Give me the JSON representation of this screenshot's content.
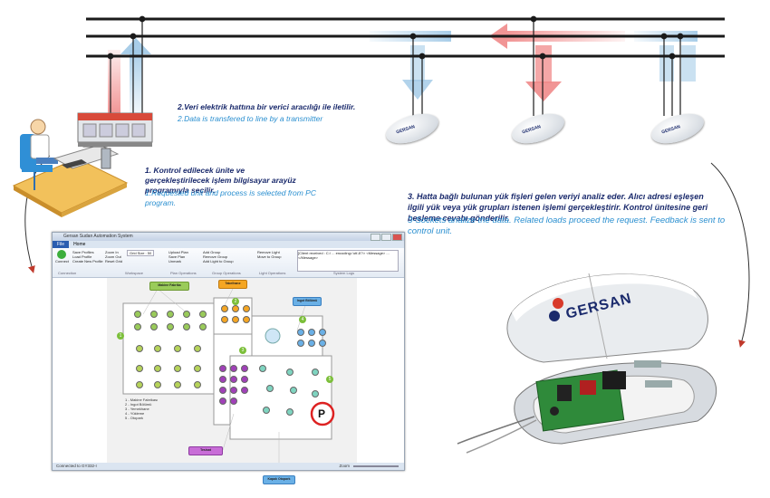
{
  "step1": {
    "tr": "1. Kontrol edilecek ünite ve gerçekleştirilecek işlem bilgisayar arayüz programıyla seçilir.",
    "en": "1.Requested unit and process is selected from PC program."
  },
  "step2": {
    "tr": "2.Veri elektrik hattına bir verici aracılığı ile iletilir.",
    "en": "2.Data is transfered to line by a transmitter"
  },
  "step3": {
    "tr": "3. Hatta bağlı bulunan yük fişleri gelen veriyi analiz eder. Alıcı adresi eşleşen ilgili yük veya yük grupları istenen işlemi gerçekleştirir. Kontrol ünitesine geri besleme cevabı gönderilir.",
    "en": "3-Sockets analize the data. Related loads proceed the request. Feedback is sent to control unit."
  },
  "brand": "GERSAN",
  "app": {
    "title": "Gersan Sudan Automation System",
    "tabs": [
      "File",
      "Home"
    ],
    "ribbon": {
      "connect": "Connect",
      "connection_group": "Connection",
      "profile_items": [
        "Save Profiles",
        "Load Profile",
        "Create New Profile"
      ],
      "zoom_items": [
        "Zoom In",
        "Zoom Out",
        "Reset Grid"
      ],
      "zoom_combo": "Grid Size : 50",
      "workspace_group": "Workspace",
      "plan_items": [
        "Upload Plan",
        "Save Plan",
        "Unmark"
      ],
      "plan_group": "Plan Operations",
      "group_items": [
        "Add Group",
        "Remove Group",
        "Add Light to Group"
      ],
      "group_group": "Group Operations",
      "light_items": [
        "Remove Light",
        "Move to Group"
      ],
      "light_group": "Light Operations",
      "log_text": "[Client received : C:/ ... encoding='utf-8'?>  <Message> ... </Message>",
      "log_group": "System Logs"
    },
    "status": "Connected to GY332-I",
    "zoom_label": "Zoom",
    "groups": {
      "g1": "Makine Fabrika",
      "g2": "Tabelhane",
      "g3": "Ingot Bölümü",
      "g4": "Kapalı Otopark",
      "g5": "Tesisat"
    },
    "legend": [
      "1 - Makine Fabrikası",
      "2 - Ingot Bölümü",
      "3 - Yemekhane",
      "4 - Yükleme",
      "5 - Otopark"
    ],
    "badges": [
      "1",
      "2",
      "3",
      "4",
      "5"
    ]
  },
  "colors": {
    "navy": "#1a2a6c",
    "blue_text": "#2a8fd0",
    "arrow_red": "#f08a8a",
    "arrow_blue": "#9fc8e6"
  }
}
